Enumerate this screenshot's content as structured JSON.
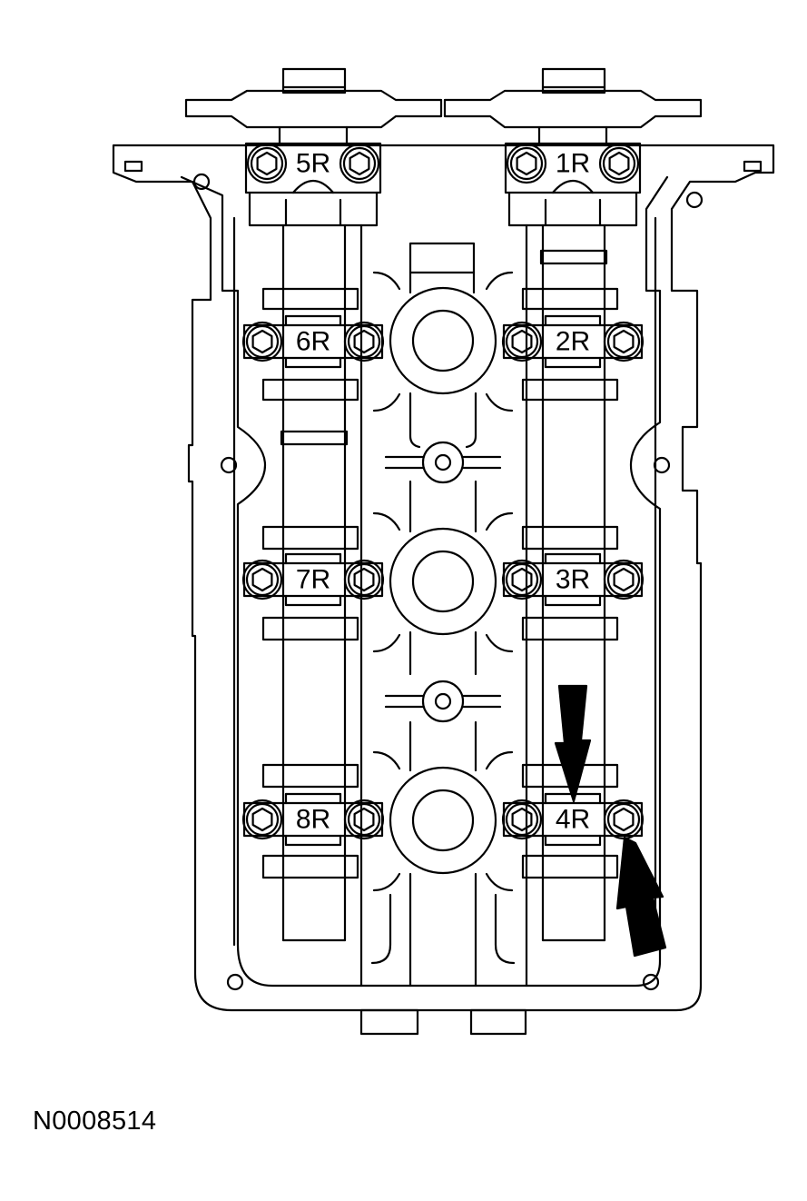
{
  "figure": {
    "reference_code": "N0008514"
  },
  "bearing_caps": {
    "exhaust_column": [
      "5R",
      "6R",
      "7R",
      "8R"
    ],
    "intake_column": [
      "1R",
      "2R",
      "3R",
      "4R"
    ]
  },
  "indicator": {
    "arrows": 2,
    "points_to": "4R"
  },
  "colors": {
    "line": "#000000",
    "background": "#ffffff"
  }
}
